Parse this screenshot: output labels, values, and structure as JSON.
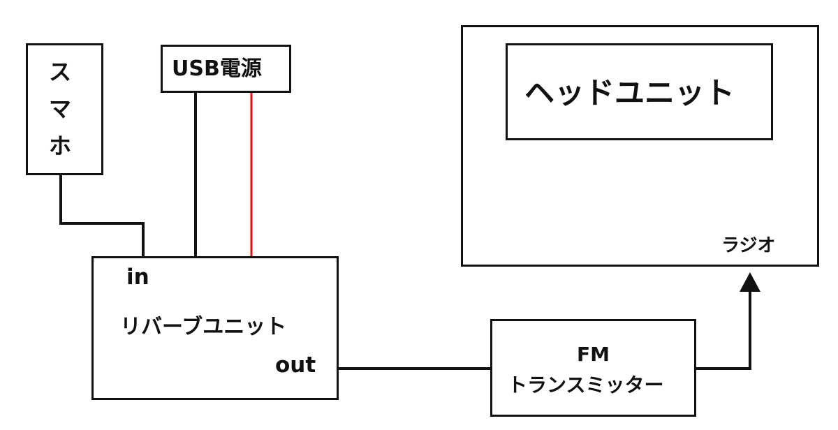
{
  "nodes": {
    "smartphone": {
      "label_lines": [
        "ス",
        "マ",
        "ホ"
      ]
    },
    "usb_power": {
      "label": "USB電源"
    },
    "reverb_unit": {
      "label": "リバーブユニット",
      "in_label": "in",
      "out_label": "out"
    },
    "fm_transmitter": {
      "label_line1": "FM",
      "label_line2": "トランスミッター"
    },
    "head_unit_outer": {
      "radio_label": "ラジオ"
    },
    "head_unit_inner": {
      "label": "ヘッドユニット"
    }
  },
  "connections": [
    {
      "from": "smartphone",
      "to": "reverb_unit.in",
      "color": "#111111"
    },
    {
      "from": "usb_power",
      "to": "reverb_unit",
      "color": "#111111"
    },
    {
      "from": "usb_power",
      "to": "reverb_unit",
      "color": "#e01010"
    },
    {
      "from": "reverb_unit.out",
      "to": "fm_transmitter",
      "color": "#111111"
    },
    {
      "from": "fm_transmitter",
      "to": "head_unit_outer.radio",
      "color": "#111111",
      "arrow": true
    }
  ]
}
